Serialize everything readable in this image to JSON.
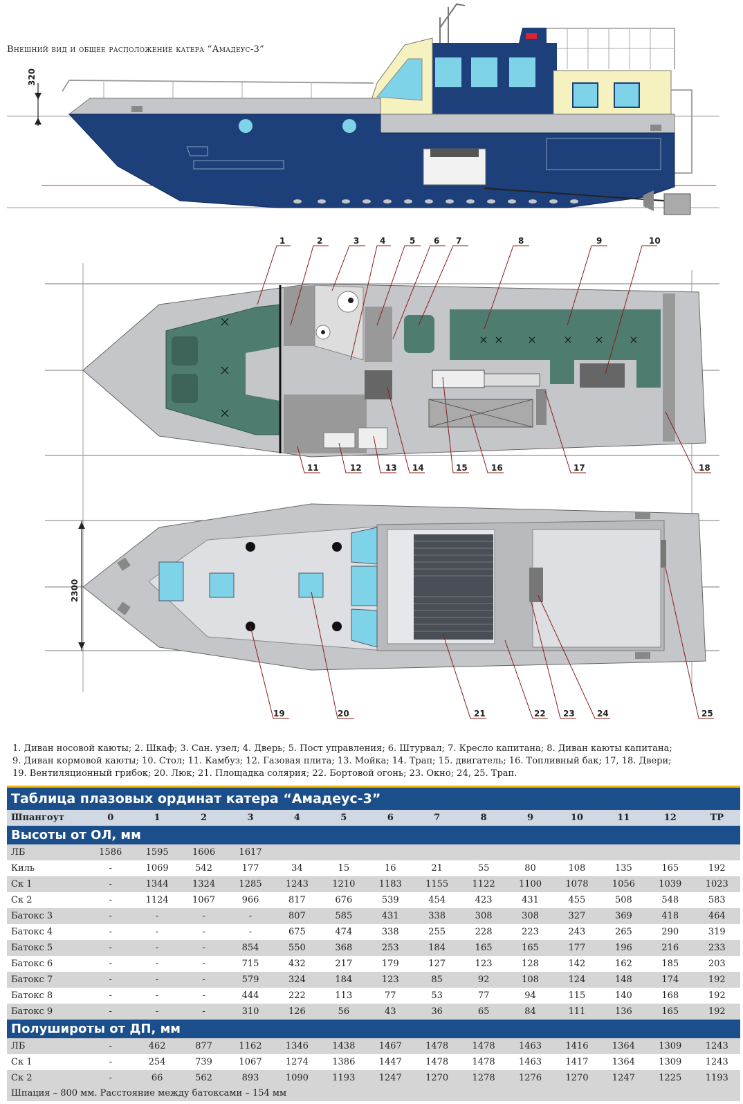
{
  "caption": "Внешний вид и общее расположение катера “Амадеус-3”",
  "dim_top": "320",
  "dim_side": "2300",
  "callouts_plan": [
    "1",
    "2",
    "3",
    "4",
    "5",
    "6",
    "7",
    "8",
    "9",
    "10",
    "11",
    "12",
    "13",
    "14",
    "15",
    "16",
    "17",
    "18"
  ],
  "callouts_deck": [
    "19",
    "20",
    "21",
    "22",
    "23",
    "24",
    "25"
  ],
  "legend": {
    "line1": "1. Диван носовой каюты; 2. Шкаф; 3. Сан. узел; 4. Дверь; 5. Пост управления; 6. Штурвал; 7. Кресло капитана; 8. Диван каюты капитана;",
    "line2": "9. Диван кормовой каюты; 10. Стол; 11. Камбуз; 12. Газовая плита; 13. Мойка; 14. Трап; 15. двигатель; 16. Топливный бак; 17, 18. Двери;",
    "line3": "19. Вентиляционный грибок; 20. Люк; 21. Площадка солярия; 22. Бортовой огонь; 23. Окно; 24, 25. Трап."
  },
  "table": {
    "title": "Таблица плазовых ординат катера “Амадеус-3”",
    "header": [
      "Шпангоут",
      "0",
      "1",
      "2",
      "3",
      "4",
      "5",
      "6",
      "7",
      "8",
      "9",
      "10",
      "11",
      "12",
      "ТР"
    ],
    "section1": "Высоты от ОЛ, мм",
    "rows1": [
      [
        "ЛБ",
        "1586",
        "1595",
        "1606",
        "1617",
        "",
        "",
        "",
        "",
        "",
        "",
        "",
        "",
        "",
        ""
      ],
      [
        "Киль",
        "-",
        "1069",
        "542",
        "177",
        "34",
        "15",
        "16",
        "21",
        "55",
        "80",
        "108",
        "135",
        "165",
        "192"
      ],
      [
        "Ск 1",
        "-",
        "1344",
        "1324",
        "1285",
        "1243",
        "1210",
        "1183",
        "1155",
        "1122",
        "1100",
        "1078",
        "1056",
        "1039",
        "1023"
      ],
      [
        "Ск 2",
        "-",
        "1124",
        "1067",
        "966",
        "817",
        "676",
        "539",
        "454",
        "423",
        "431",
        "455",
        "508",
        "548",
        "583"
      ],
      [
        "Батокс 3",
        "-",
        "-",
        "-",
        "-",
        "807",
        "585",
        "431",
        "338",
        "308",
        "308",
        "327",
        "369",
        "418",
        "464"
      ],
      [
        "Батокс 4",
        "-",
        "-",
        "-",
        "-",
        "675",
        "474",
        "338",
        "255",
        "228",
        "223",
        "243",
        "265",
        "290",
        "319"
      ],
      [
        "Батокс 5",
        "-",
        "-",
        "-",
        "854",
        "550",
        "368",
        "253",
        "184",
        "165",
        "165",
        "177",
        "196",
        "216",
        "233"
      ],
      [
        "Батокс 6",
        "-",
        "-",
        "-",
        "715",
        "432",
        "217",
        "179",
        "127",
        "123",
        "128",
        "142",
        "162",
        "185",
        "203"
      ],
      [
        "Батокс 7",
        "-",
        "-",
        "-",
        "579",
        "324",
        "184",
        "123",
        "85",
        "92",
        "108",
        "124",
        "148",
        "174",
        "192"
      ],
      [
        "Батокс 8",
        "-",
        "-",
        "-",
        "444",
        "222",
        "113",
        "77",
        "53",
        "77",
        "94",
        "115",
        "140",
        "168",
        "192"
      ],
      [
        "Батокс 9",
        "-",
        "-",
        "-",
        "310",
        "126",
        "56",
        "43",
        "36",
        "65",
        "84",
        "111",
        "136",
        "165",
        "192"
      ]
    ],
    "section2": "Полуширoты от ДП, мм",
    "rows2": [
      [
        "ЛБ",
        "-",
        "462",
        "877",
        "1162",
        "1346",
        "1438",
        "1467",
        "1478",
        "1478",
        "1463",
        "1416",
        "1364",
        "1309",
        "1243"
      ],
      [
        "Ск 1",
        "-",
        "254",
        "739",
        "1067",
        "1274",
        "1386",
        "1447",
        "1478",
        "1478",
        "1463",
        "1417",
        "1364",
        "1309",
        "1243"
      ],
      [
        "Ск 2",
        "-",
        "66",
        "562",
        "893",
        "1090",
        "1193",
        "1247",
        "1270",
        "1278",
        "1276",
        "1270",
        "1247",
        "1225",
        "1193"
      ]
    ],
    "footnote": "Шпация – 800 мм. Расстояние между батоксами – 154 мм"
  },
  "colors": {
    "hull_blue": "#1d3f7a",
    "cabin_cream": "#f6f2c0",
    "deck_grey": "#c4c6ca",
    "upholstery_green": "#4e7c6f",
    "table_blue": "#1a4f8b",
    "accent_yellow": "#f2b500"
  }
}
